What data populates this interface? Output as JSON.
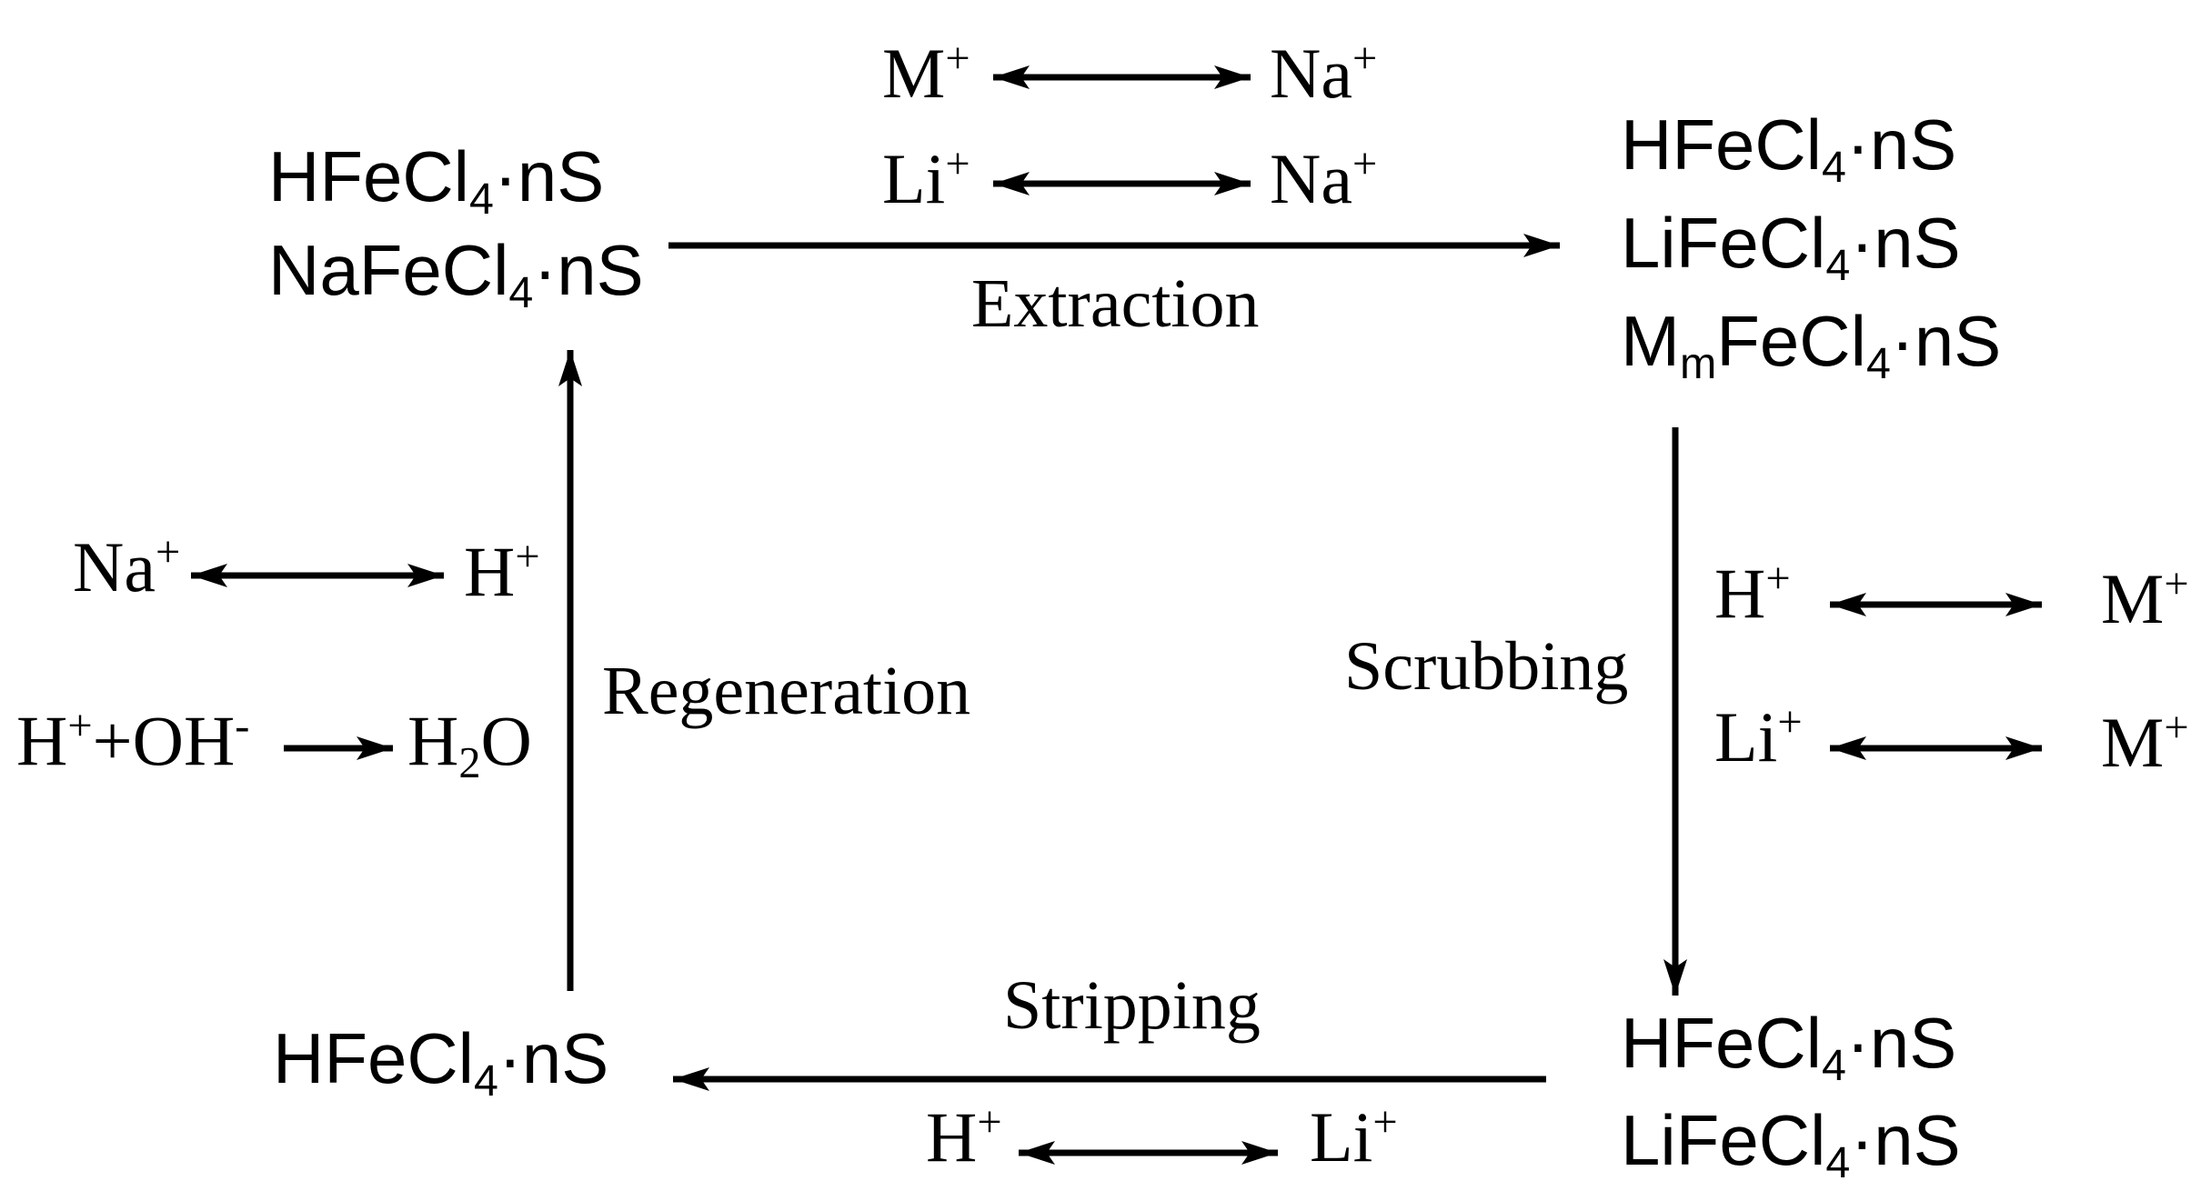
{
  "nodes": {
    "top_left": [
      {
        "pre": "HFeCl",
        "sub": "4",
        "post": "·nS"
      },
      {
        "pre": "NaFeCl",
        "sub": "4",
        "post": "·nS"
      }
    ],
    "top_right": [
      {
        "pre": "HFeCl",
        "sub": "4",
        "post": "·nS"
      },
      {
        "pre": "LiFeCl",
        "sub": "4",
        "post": "·nS"
      },
      {
        "pre": "M",
        "sub1": "m",
        "mid": "FeCl",
        "sub": "4",
        "post": "·nS"
      }
    ],
    "bottom_right": [
      {
        "pre": "HFeCl",
        "sub": "4",
        "post": "·nS"
      },
      {
        "pre": "LiFeCl",
        "sub": "4",
        "post": "·nS"
      }
    ],
    "bottom_left": [
      {
        "pre": "HFeCl",
        "sub": "4",
        "post": "·nS"
      }
    ]
  },
  "steps": {
    "extraction": "Extraction",
    "scrubbing": "Scrubbing",
    "stripping": "Stripping",
    "regeneration": "Regeneration"
  },
  "exchanges": {
    "extraction": [
      {
        "left": "M",
        "left_sup": "+",
        "right": "Na",
        "right_sup": "+"
      },
      {
        "left": "Li",
        "left_sup": "+",
        "right": "Na",
        "right_sup": "+"
      }
    ],
    "scrubbing": [
      {
        "left": "H",
        "left_sup": "+",
        "right": "M",
        "right_sup": "+"
      },
      {
        "left": "Li",
        "left_sup": "+",
        "right": "M",
        "right_sup": "+"
      }
    ],
    "stripping": [
      {
        "left": "H",
        "left_sup": "+",
        "right": "Li",
        "right_sup": "+"
      }
    ],
    "regeneration": [
      {
        "left": "Na",
        "left_sup": "+",
        "right": "H",
        "right_sup": "+"
      }
    ],
    "neutralization": {
      "h": "H",
      "h_sup": "+",
      "plus_oh": "+OH",
      "oh_sup": "-",
      "product_pre": "H",
      "product_sub": "2",
      "product_post": "O"
    }
  }
}
